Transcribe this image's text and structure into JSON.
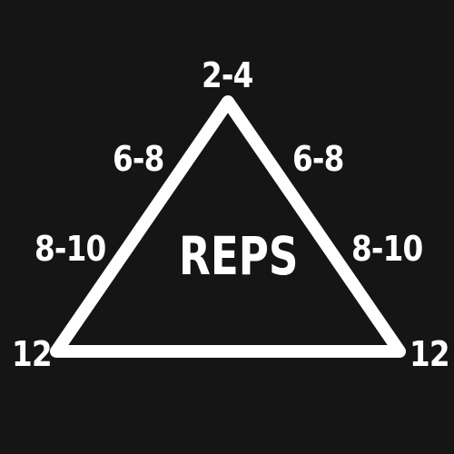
{
  "diagram": {
    "center_label": "REPS",
    "top_label": "2-4",
    "left_upper_label": "6-8",
    "right_upper_label": "6-8",
    "left_middle_label": "8-10",
    "right_middle_label": "8-10",
    "bottom_left_label": "12",
    "bottom_right_label": "12"
  },
  "colors": {
    "background": "#151515",
    "foreground": "#ffffff"
  }
}
